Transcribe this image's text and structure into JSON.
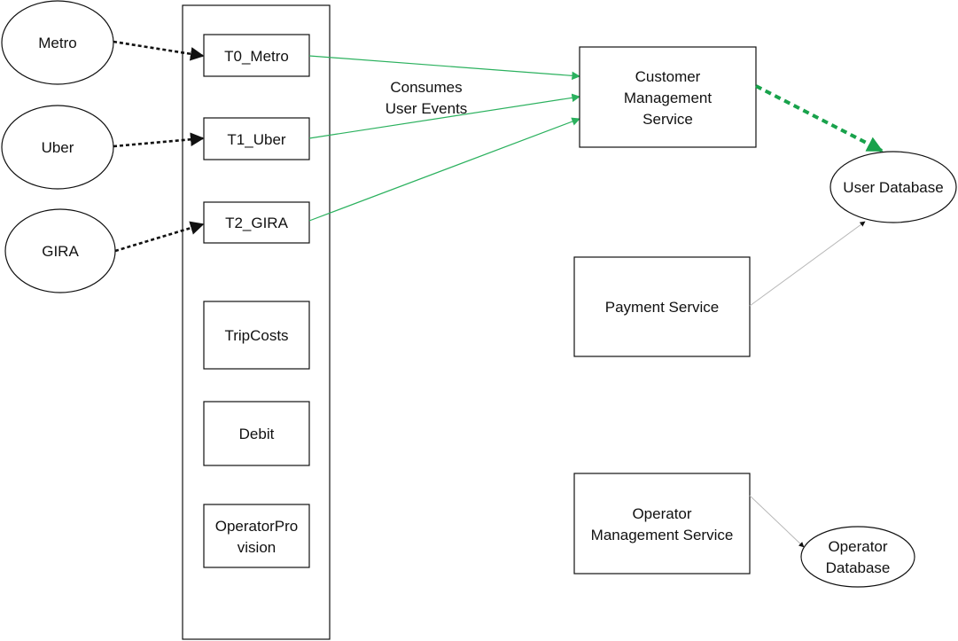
{
  "colors": {
    "stroke": "#111111",
    "green": "#2bb15e",
    "green_dashed": "#18a24b",
    "gray": "#b8b8b8",
    "background": "#ffffff"
  },
  "sources": {
    "metro": "Metro",
    "uber": "Uber",
    "gira": "GIRA"
  },
  "topics": {
    "t0": "T0_Metro",
    "t1": "T1_Uber",
    "t2": "T2_GIRA",
    "trip_costs": "TripCosts",
    "debit": "Debit",
    "operator_provision": [
      "OperatorPro",
      "vision"
    ]
  },
  "edge_label": [
    "Consumes",
    "User Events"
  ],
  "services": {
    "customer": [
      "Customer",
      "Management",
      "Service"
    ],
    "payment": "Payment Service",
    "operator": [
      "Operator",
      "Management Service"
    ]
  },
  "databases": {
    "user": "User Database",
    "operator": [
      "Operator",
      "Database"
    ]
  }
}
